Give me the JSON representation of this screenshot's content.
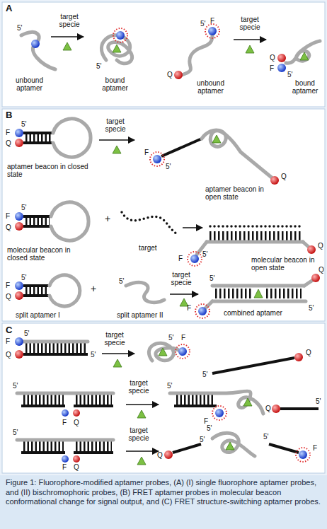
{
  "diagram": {
    "caption": "Figure 1: Fluorophore-modified aptamer probes, (A) (I) single fluorophore aptamer probes, and (II) bischromophoric probes, (B) FRET aptamer probes in molecular beacon conformational change for signal output, and (C) FRET structure-switching aptamer probes.",
    "labels": [
      "A",
      "5'",
      "target specie",
      "5'",
      "unbound aptamer",
      "bound aptamer",
      "5'",
      "F",
      "target specie",
      "Q",
      "unbound aptamer",
      "Q",
      "F",
      "5'",
      "bound aptamer",
      "B",
      "F",
      "5'",
      "Q",
      "target specie",
      "F",
      "5'",
      "Q",
      "aptamer beacon in closed state",
      "aptamer beacon in open state",
      "5'",
      "F",
      "Q",
      "molecular beacon in closed state",
      "+",
      "target",
      "5'",
      "F",
      "Q",
      "molecular beacon in open state",
      "F",
      "5'",
      "Q",
      "split aptamer I",
      "+",
      "5'",
      "split aptamer II",
      "target specie",
      "5'",
      "Q",
      "F",
      "5'",
      "combined aptamer",
      "C",
      "F",
      "5'",
      "Q",
      "5'",
      "target specie",
      "5'",
      "F",
      "Q",
      "5'",
      "5'",
      "F",
      "Q",
      "target specie",
      "5'",
      "F",
      "Q",
      "5'",
      "5'",
      "F",
      "Q",
      "target specie",
      "Q",
      "5'",
      "5'",
      "5'",
      "F"
    ]
  }
}
